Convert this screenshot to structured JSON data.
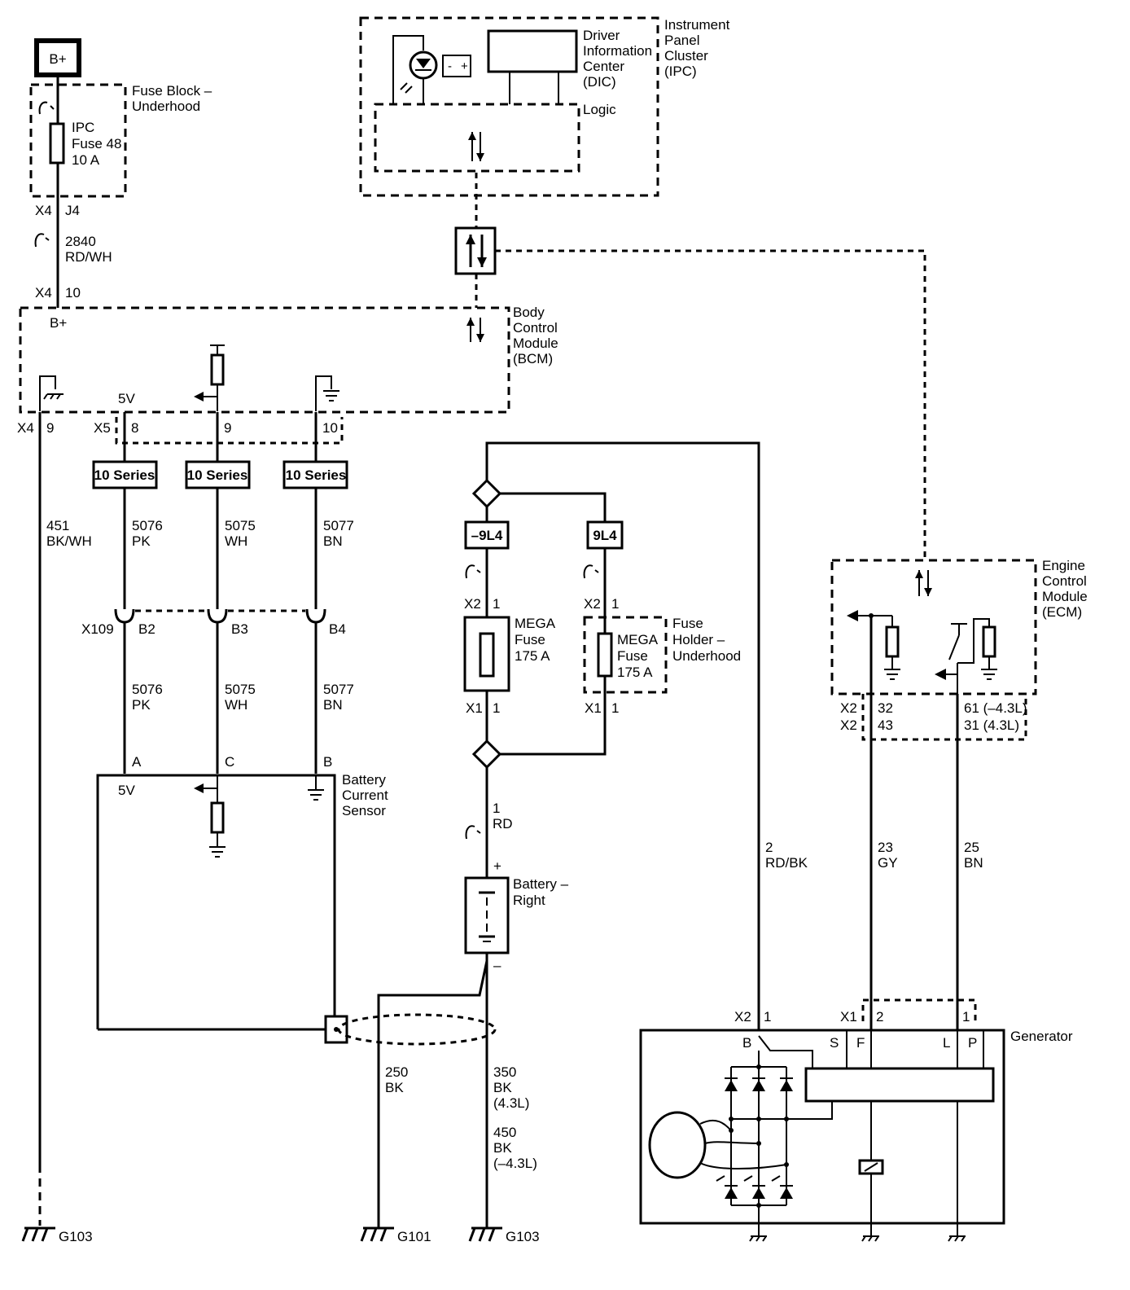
{
  "labels": {
    "bplus_box": "B+",
    "fuse_block": [
      "Fuse Block –",
      "Underhood"
    ],
    "ipc_fuse": [
      "IPC",
      "Fuse 48",
      "10 A"
    ],
    "x4_j4_a": "X4",
    "x4_j4_b": "J4",
    "wire_2840": [
      "2840",
      "RD/WH"
    ],
    "x4_10_a": "X4",
    "x4_10_b": "10",
    "bcm_bplus": "B+",
    "ipc": [
      "Instrument",
      "Panel",
      "Cluster",
      "(IPC)"
    ],
    "dic": [
      "Driver",
      "Information",
      "Center",
      "(DIC)"
    ],
    "logic": "Logic",
    "bcm": [
      "Body",
      "Control",
      "Module",
      "(BCM)"
    ],
    "bcm_5v": "5V",
    "x4_9_a": "X4",
    "x4_9_b": "9",
    "x5": "X5",
    "pin_8": "8",
    "pin_9": "9",
    "pin_10": "10",
    "series": "10 Series",
    "wire_451": [
      "451",
      "BK/WH"
    ],
    "wire_5076": [
      "5076",
      "PK"
    ],
    "wire_5075": [
      "5075",
      "WH"
    ],
    "wire_5077": [
      "5077",
      "BN"
    ],
    "x109": "X109",
    "b2": "B2",
    "b3": "B3",
    "b4": "B4",
    "pin_a": "A",
    "pin_c": "C",
    "pin_b": "B",
    "sensor_5v": "5V",
    "battery_current_sensor": [
      "Battery",
      "Current",
      "Sensor"
    ],
    "minus_9l4": "–9L4",
    "plus_9l4": "9L4",
    "x2_left": "X2",
    "pin1_left_top": "1",
    "x2_right": "X2",
    "pin1_right_top": "1",
    "mega_fuse_left": [
      "MEGA",
      "Fuse",
      "175 A"
    ],
    "mega_fuse_right": [
      "MEGA",
      "Fuse",
      "175 A"
    ],
    "fuse_holder": [
      "Fuse",
      "Holder –",
      "Underhood"
    ],
    "x1_left": "X1",
    "pin1_left_bot": "1",
    "x1_right": "X1",
    "pin1_right_bot": "1",
    "wire_1": [
      "1",
      "RD"
    ],
    "plus_sign": "+",
    "minus_sign": "–",
    "battery_right": [
      "Battery –",
      "Right"
    ],
    "wire_250": [
      "250",
      "BK"
    ],
    "wire_350": [
      "350",
      "BK",
      "(4.3L)"
    ],
    "wire_450": [
      "450",
      "BK",
      "(–4.3L)"
    ],
    "wire_2": [
      "2",
      "RD/BK"
    ],
    "ecm": [
      "Engine",
      "Control",
      "Module",
      "(ECM)"
    ],
    "x2_a": "X2",
    "x2_b": "X2",
    "pin_32": "32",
    "pin_43": "43",
    "pin_61": "61 (–4.3L)",
    "pin_31": "31 (4.3L)",
    "wire_23": [
      "23",
      "GY"
    ],
    "wire_25": [
      "25",
      "BN"
    ],
    "gen_x2": "X2",
    "gen_x2_pin": "1",
    "gen_x1": "X1",
    "gen_x1_pin2": "2",
    "gen_x1_pin1": "1",
    "generator": "Generator",
    "gen_b": "B",
    "gen_s": "S",
    "gen_f": "F",
    "gen_l": "L",
    "gen_p": "P",
    "g103_left": "G103",
    "g101": "G101",
    "g103_right": "G103"
  }
}
